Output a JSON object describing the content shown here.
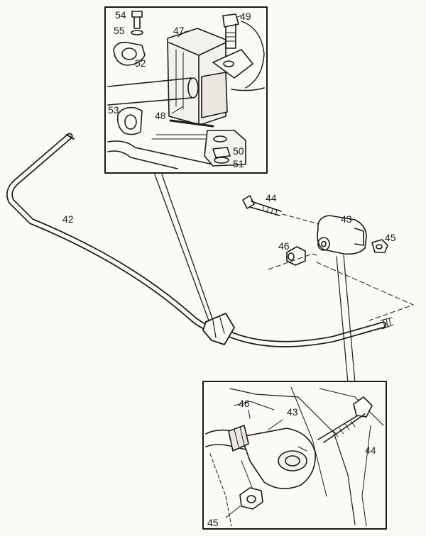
{
  "callouts": {
    "n42": "42",
    "n43": "43",
    "n44": "44",
    "n45": "45",
    "n46": "46",
    "n47": "47",
    "n48": "48",
    "n49": "49",
    "n50": "50",
    "n51": "51",
    "n52": "52",
    "n53": "53",
    "n54": "54",
    "n55": "55",
    "d46": "46",
    "d43": "43",
    "d44": "44",
    "d45": "45"
  },
  "colors": {
    "ink": "#1a1a1a",
    "paper": "#fbfaf7"
  }
}
